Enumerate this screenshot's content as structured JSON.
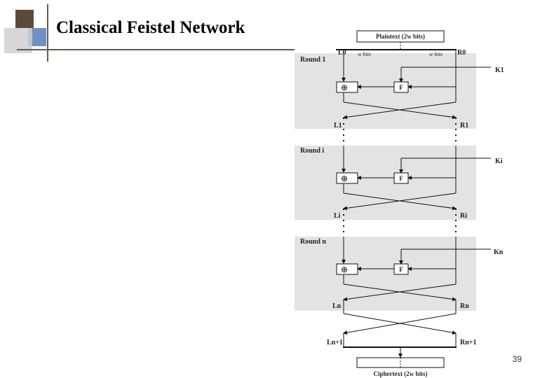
{
  "slide": {
    "title": "Classical Feistel Network",
    "page_number": "39"
  },
  "diagram": {
    "plaintext": "Plaintext (2w bits)",
    "ciphertext": "Ciphertext (2w bits)",
    "w_bits_left": "w bits",
    "w_bits_right": "w bits",
    "L0": "L0",
    "R0": "R0",
    "F": "F",
    "xor": "⊕",
    "rounds": [
      {
        "label": "Round 1",
        "key": "K1",
        "L": "L1",
        "R": "R1"
      },
      {
        "label": "Round i",
        "key": "Ki",
        "L": "Li",
        "R": "Ri"
      },
      {
        "label": "Round n",
        "key": "Kn",
        "L": "Ln",
        "R": "Rn"
      }
    ],
    "Lfinal": "Ln+1",
    "Rfinal": "Rn+1"
  }
}
